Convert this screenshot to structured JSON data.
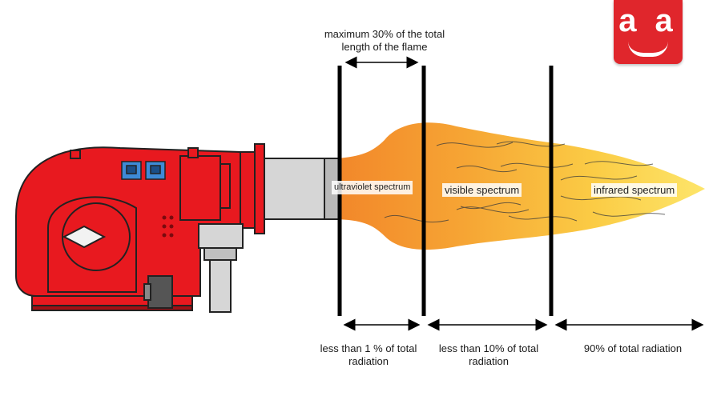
{
  "brand": {
    "logo_text": "a a",
    "color": "#e0262c"
  },
  "colors": {
    "burner_red": "#e8191f",
    "flame_orange": "#f39a2a",
    "flame_yellow": "#fbd94a",
    "divider": "#000000"
  },
  "top_annotation": {
    "line1": "maximum 30% of the total",
    "line2": "length of the flame"
  },
  "zones": [
    {
      "name": "ultraviolet spectrum",
      "radiation_line1": "less than 1 % of total",
      "radiation_line2": "radiation"
    },
    {
      "name": "visible spectrum",
      "radiation_line1": "less than 10% of total",
      "radiation_line2": "radiation"
    },
    {
      "name": "infrared spectrum",
      "radiation_line1": "90% of total radiation",
      "radiation_line2": ""
    }
  ]
}
